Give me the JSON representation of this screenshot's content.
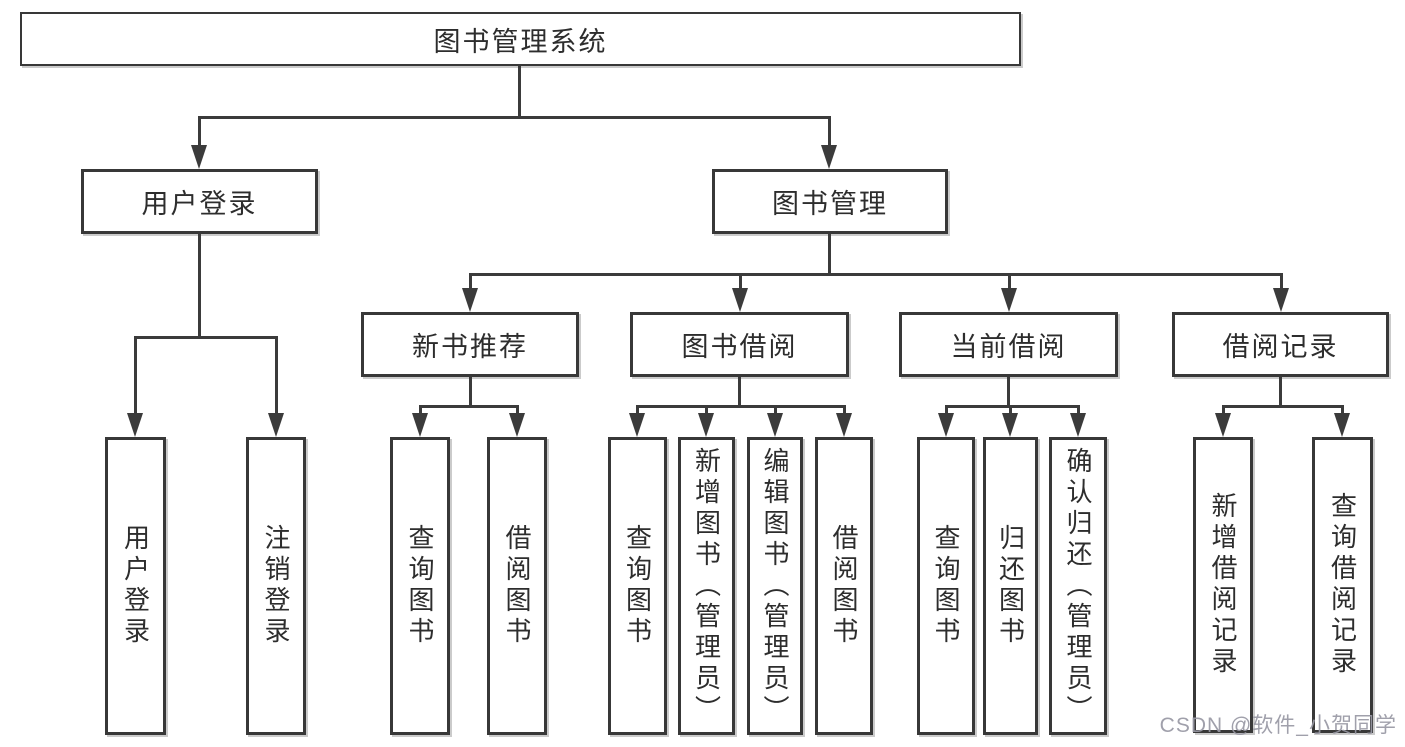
{
  "diagram": {
    "root_label": "图书管理系统",
    "user_section": {
      "label": "用户登录",
      "children": [
        {
          "label": "用户登录"
        },
        {
          "label": "注销登录"
        }
      ]
    },
    "book_section": {
      "label": "图书管理",
      "groups": [
        {
          "label": "新书推荐",
          "children": [
            {
              "label": "查询图书"
            },
            {
              "label": "借阅图书"
            }
          ]
        },
        {
          "label": "图书借阅",
          "children": [
            {
              "label": "查询图书"
            },
            {
              "label": "新增图书（管理员）"
            },
            {
              "label": "编辑图书（管理员）"
            },
            {
              "label": "借阅图书"
            }
          ]
        },
        {
          "label": "当前借阅",
          "children": [
            {
              "label": "查询图书"
            },
            {
              "label": "归还图书"
            },
            {
              "label": "确认归还（管理员）"
            }
          ]
        },
        {
          "label": "借阅记录",
          "children": [
            {
              "label": "新增借阅记录"
            },
            {
              "label": "查询借阅记录"
            }
          ]
        }
      ]
    }
  },
  "watermark": "CSDN @软件_小贺同学",
  "colors": {
    "line": "#3b3b3b",
    "border": "#383838",
    "text": "#2d2d2d",
    "background": "#ffffff",
    "watermark": "#9898a4"
  }
}
